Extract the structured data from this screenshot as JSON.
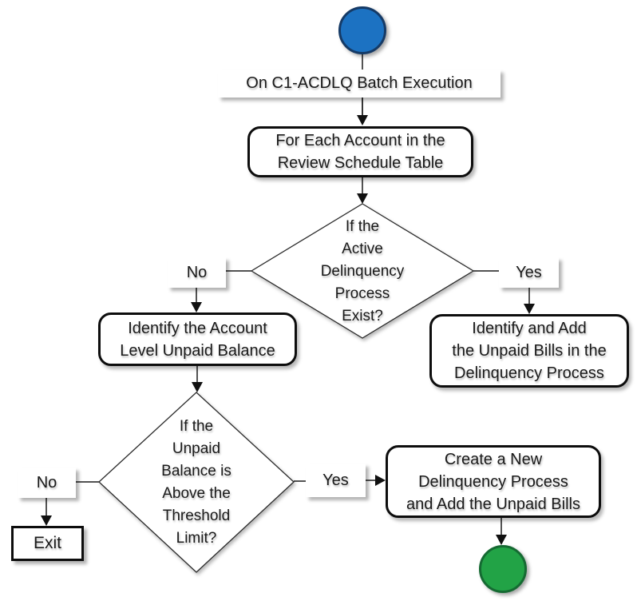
{
  "diagram": {
    "background": "#ffffff",
    "line_color": "#1a1a1a",
    "nodes": {
      "start": {
        "name": "start",
        "fill": "#1C72C2",
        "stroke": "#153A66"
      },
      "batch_execution": {
        "label": "On C1-ACDLQ Batch Execution"
      },
      "for_each_account": {
        "label": "For Each Account in the\nReview Schedule Table"
      },
      "decision_active_process": {
        "label": "If the\nActive\nDelinquency\nProcess\nExist?"
      },
      "branch_no_1": {
        "label": "No"
      },
      "branch_yes_1": {
        "label": "Yes"
      },
      "identify_unpaid_balance": {
        "label": "Identify the Account\nLevel Unpaid Balance"
      },
      "identify_add_unpaid_bills": {
        "label": "Identify and Add\nthe Unpaid Bills in the\nDelinquency Process"
      },
      "decision_threshold": {
        "label": "If the\nUnpaid\nBalance is\nAbove the\nThreshold\nLimit?"
      },
      "branch_no_2": {
        "label": "No"
      },
      "branch_yes_2": {
        "label": "Yes"
      },
      "exit": {
        "label": "Exit"
      },
      "create_new_process": {
        "label": "Create a New\nDelinquency Process\nand Add the Unpaid Bills"
      },
      "end": {
        "name": "end",
        "fill": "#22A346",
        "stroke": "#156A32"
      }
    }
  }
}
